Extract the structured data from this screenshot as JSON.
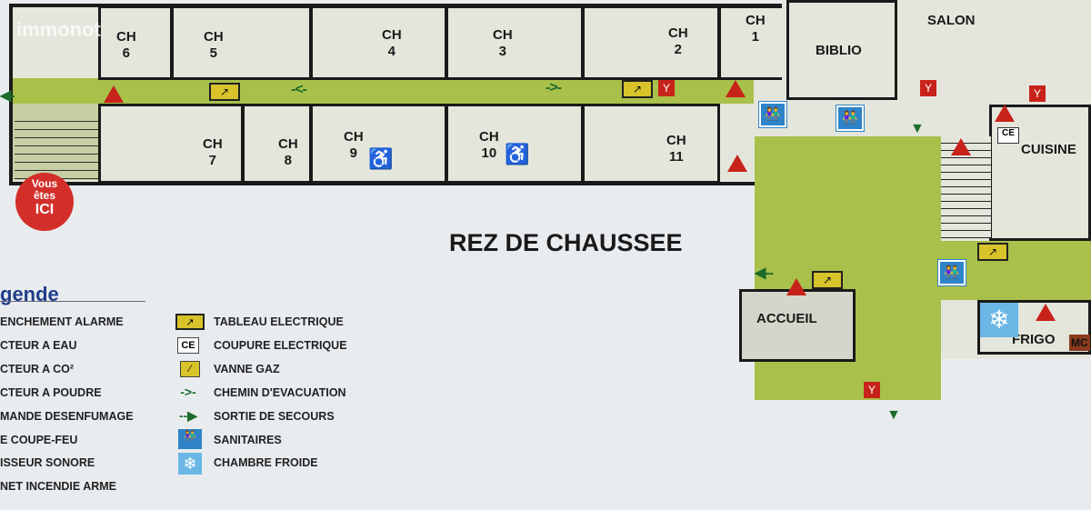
{
  "watermark": "immonot",
  "title": "REZ DE CHAUSSEE",
  "you_are_here": {
    "line1": "Vous",
    "line2": "êtes",
    "line3": "ICI"
  },
  "rooms": {
    "ch6": "CH\n6",
    "ch5": "CH\n5",
    "ch4": "CH\n4",
    "ch3": "CH\n3",
    "ch2": "CH\n2",
    "ch1": "CH\n1",
    "ch7": "CH\n7",
    "ch8": "CH\n8",
    "ch9": "CH\n9",
    "ch10": "CH\n10",
    "ch11": "CH\n11",
    "biblio": "BIBLIO",
    "salon": "SALON",
    "cuisine": "CUISINE",
    "accueil": "ACCUEIL",
    "frigo": "FRIGO",
    "mc": "MC"
  },
  "legend": {
    "title": "gende",
    "left": [
      "ENCHEMENT ALARME",
      "CTEUR A EAU",
      "CTEUR A CO²",
      "CTEUR A POUDRE",
      "MANDE DESENFUMAGE",
      "E COUPE-FEU",
      "ISSEUR SONORE",
      "NET INCENDIE ARME"
    ],
    "right": [
      {
        "icon": "electric-panel-icon",
        "label": "TABLEAU ELECTRIQUE"
      },
      {
        "icon": "power-cut-icon",
        "icon_text": "CE",
        "label": "COUPURE ELECTRIQUE"
      },
      {
        "icon": "gas-valve-icon",
        "label": "VANNE GAZ"
      },
      {
        "icon": "evacuation-path-icon",
        "label": "CHEMIN D'EVACUATION"
      },
      {
        "icon": "emergency-exit-icon",
        "label": "SORTIE DE SECOURS"
      },
      {
        "icon": "toilets-icon",
        "label": "SANITAIRES"
      },
      {
        "icon": "cold-room-icon",
        "label": "CHAMBRE FROIDE"
      }
    ]
  },
  "colors": {
    "corridor": "#a9c04a",
    "alarm": "#c8231b",
    "electric": "#d8c32a",
    "sanitary": "#2f84c9",
    "exit": "#1d6b2c"
  }
}
